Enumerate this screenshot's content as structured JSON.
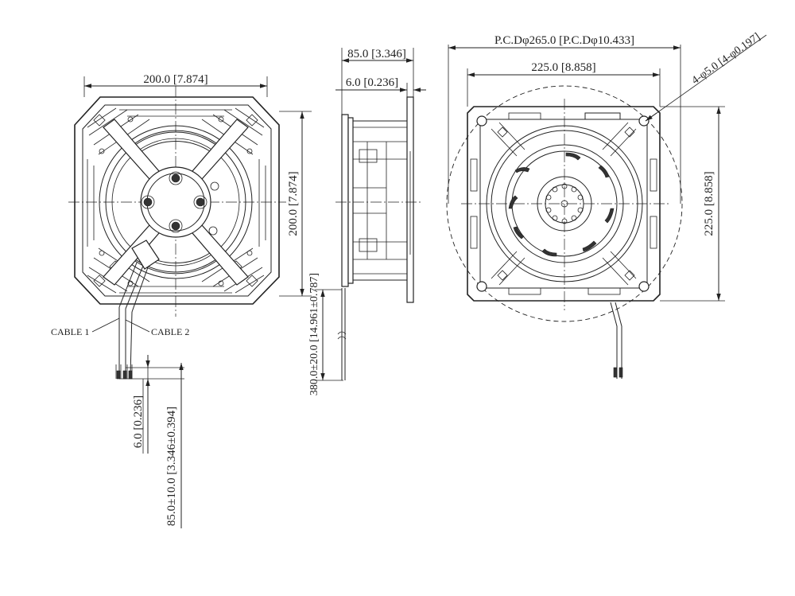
{
  "front_view": {
    "width_dim": "200.0 [7.874]",
    "height_dim": "200.0 [7.874]",
    "cable1_label": "CABLE 1",
    "cable2_label": "CABLE 2",
    "lead_strip_dim": "6.0 [0.236]",
    "lead_length_dim": "85.0±10.0 [3.346±0.394]"
  },
  "side_view": {
    "depth_dim": "85.0 [3.346]",
    "flange_dim": "6.0 [0.236]",
    "cable_length_dim": "380.0±20.0 [14.961±0.787]"
  },
  "rear_view": {
    "pcd_dim": "P.C.Dφ265.0 [P.C.Dφ10.433]",
    "width_dim": "225.0 [8.858]",
    "height_dim": "225.0 [8.858]",
    "hole_dim": "4-φ5.0 [4-φ0.197]"
  }
}
